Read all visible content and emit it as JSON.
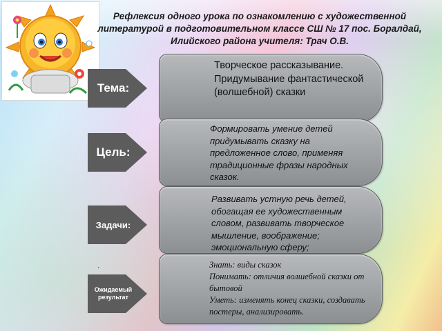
{
  "header": {
    "title": "Рефлексия одного урока по ознакомлению с художественной литературой в подготовительном классе СШ № 17 пос. Боралдай, Илийского района  учителя: Трач О.В."
  },
  "rows": [
    {
      "label": "Тема:",
      "text": "Творческое рассказывание. Придумывание фантастической (волшебной) сказки"
    },
    {
      "label": "Цель:",
      "text": "Формировать умение детей придумывать сказку на предложенное слово, применяя традиционные фразы народных сказок."
    },
    {
      "label": "Задачи:",
      "text": "Развивать устную речь детей, обогащая ее художественным словом, развивать творческое мышление, воображение; эмоциональную сферу;"
    },
    {
      "label": "Ожидаемый результат",
      "text_lines": [
        "Знать: виды сказок",
        "Понимать: отличия волшебной сказки от бытовой",
        "Уметь:  изменять конец сказки, создавать постеры, анализировать."
      ]
    }
  ],
  "misc": {
    "dot": "."
  },
  "colors": {
    "arrow": "#5c5c5c",
    "banner": "#a3a6a9",
    "banner_border": "#5e6063"
  }
}
